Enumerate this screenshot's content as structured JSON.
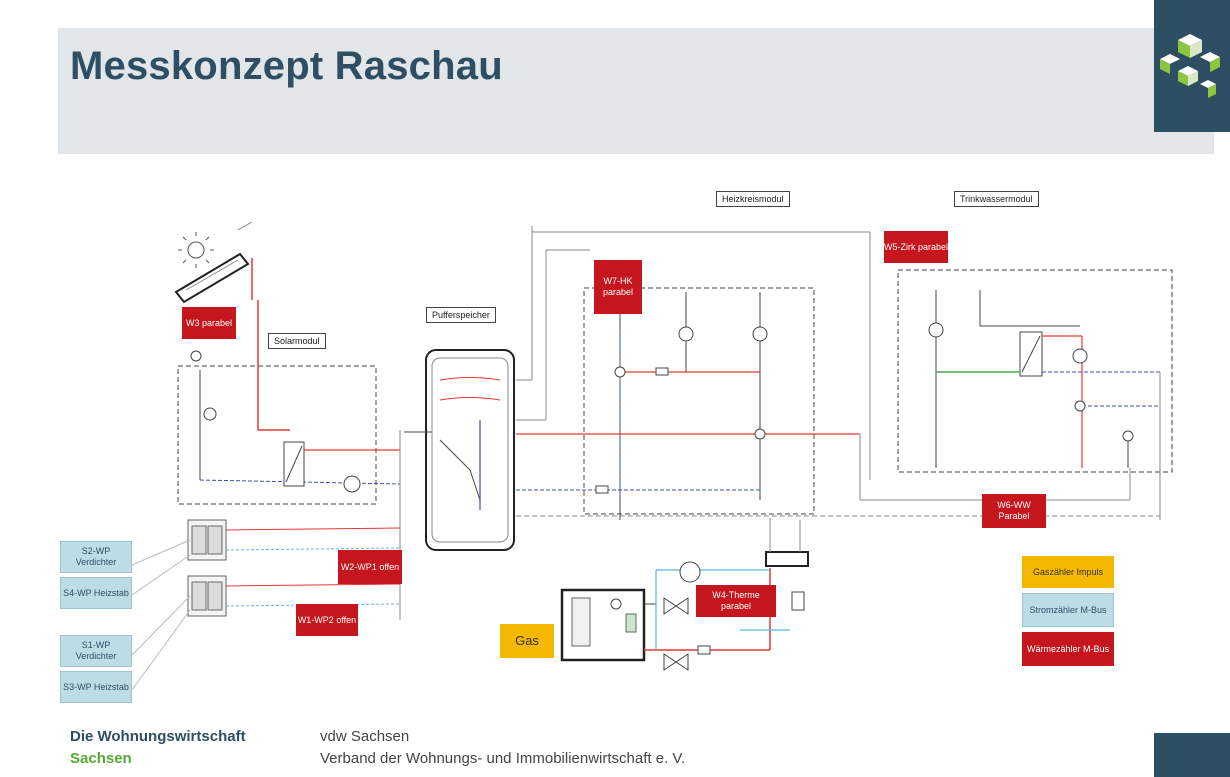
{
  "header": {
    "title": "Messkonzept Raschau"
  },
  "modules": {
    "heizkreis": "Heizkreismodul",
    "trinkwasser": "Trinkwassermodul",
    "solar": "Solarmodul",
    "puffer": "Pufferspeicher"
  },
  "meters": {
    "w3": "W3 parabel",
    "w7": "W7-HK parabel",
    "w5": "W5-Zirk parabel",
    "w6": "W6-WW Parabel",
    "w2": "W2-WP1 offen",
    "w1": "W1-WP2 offen",
    "w4": "W4-Therme parabel"
  },
  "heatpump_labels": {
    "s2": "S2-WP Verdichter",
    "s4": "S4-WP Heizstab",
    "s1": "S1-WP Verdichter",
    "s3": "S3-WP Heizstab"
  },
  "gas": "Gas",
  "legend": {
    "gas": "Gaszähler Impuls",
    "strom": "Stromzähler M-Bus",
    "waerme": "Wärmezähler M-Bus"
  },
  "footer": {
    "org_line1": "Die Wohnungswirtschaft",
    "org_line2": "Sachsen",
    "assoc_line1": "vdw Sachsen",
    "assoc_line2": "Verband der Wohnungs- und Immobilienwirtschaft e. V."
  },
  "colors": {
    "brand": "#2e4f63",
    "meter_red": "#c4161c",
    "strom_blue": "#bcdde6",
    "gas_yellow": "#f5b800",
    "flow_red": "#e53935",
    "return_blue": "#3f51b5",
    "cold_water": "#5bb8d8",
    "green_line": "#4caf50"
  }
}
